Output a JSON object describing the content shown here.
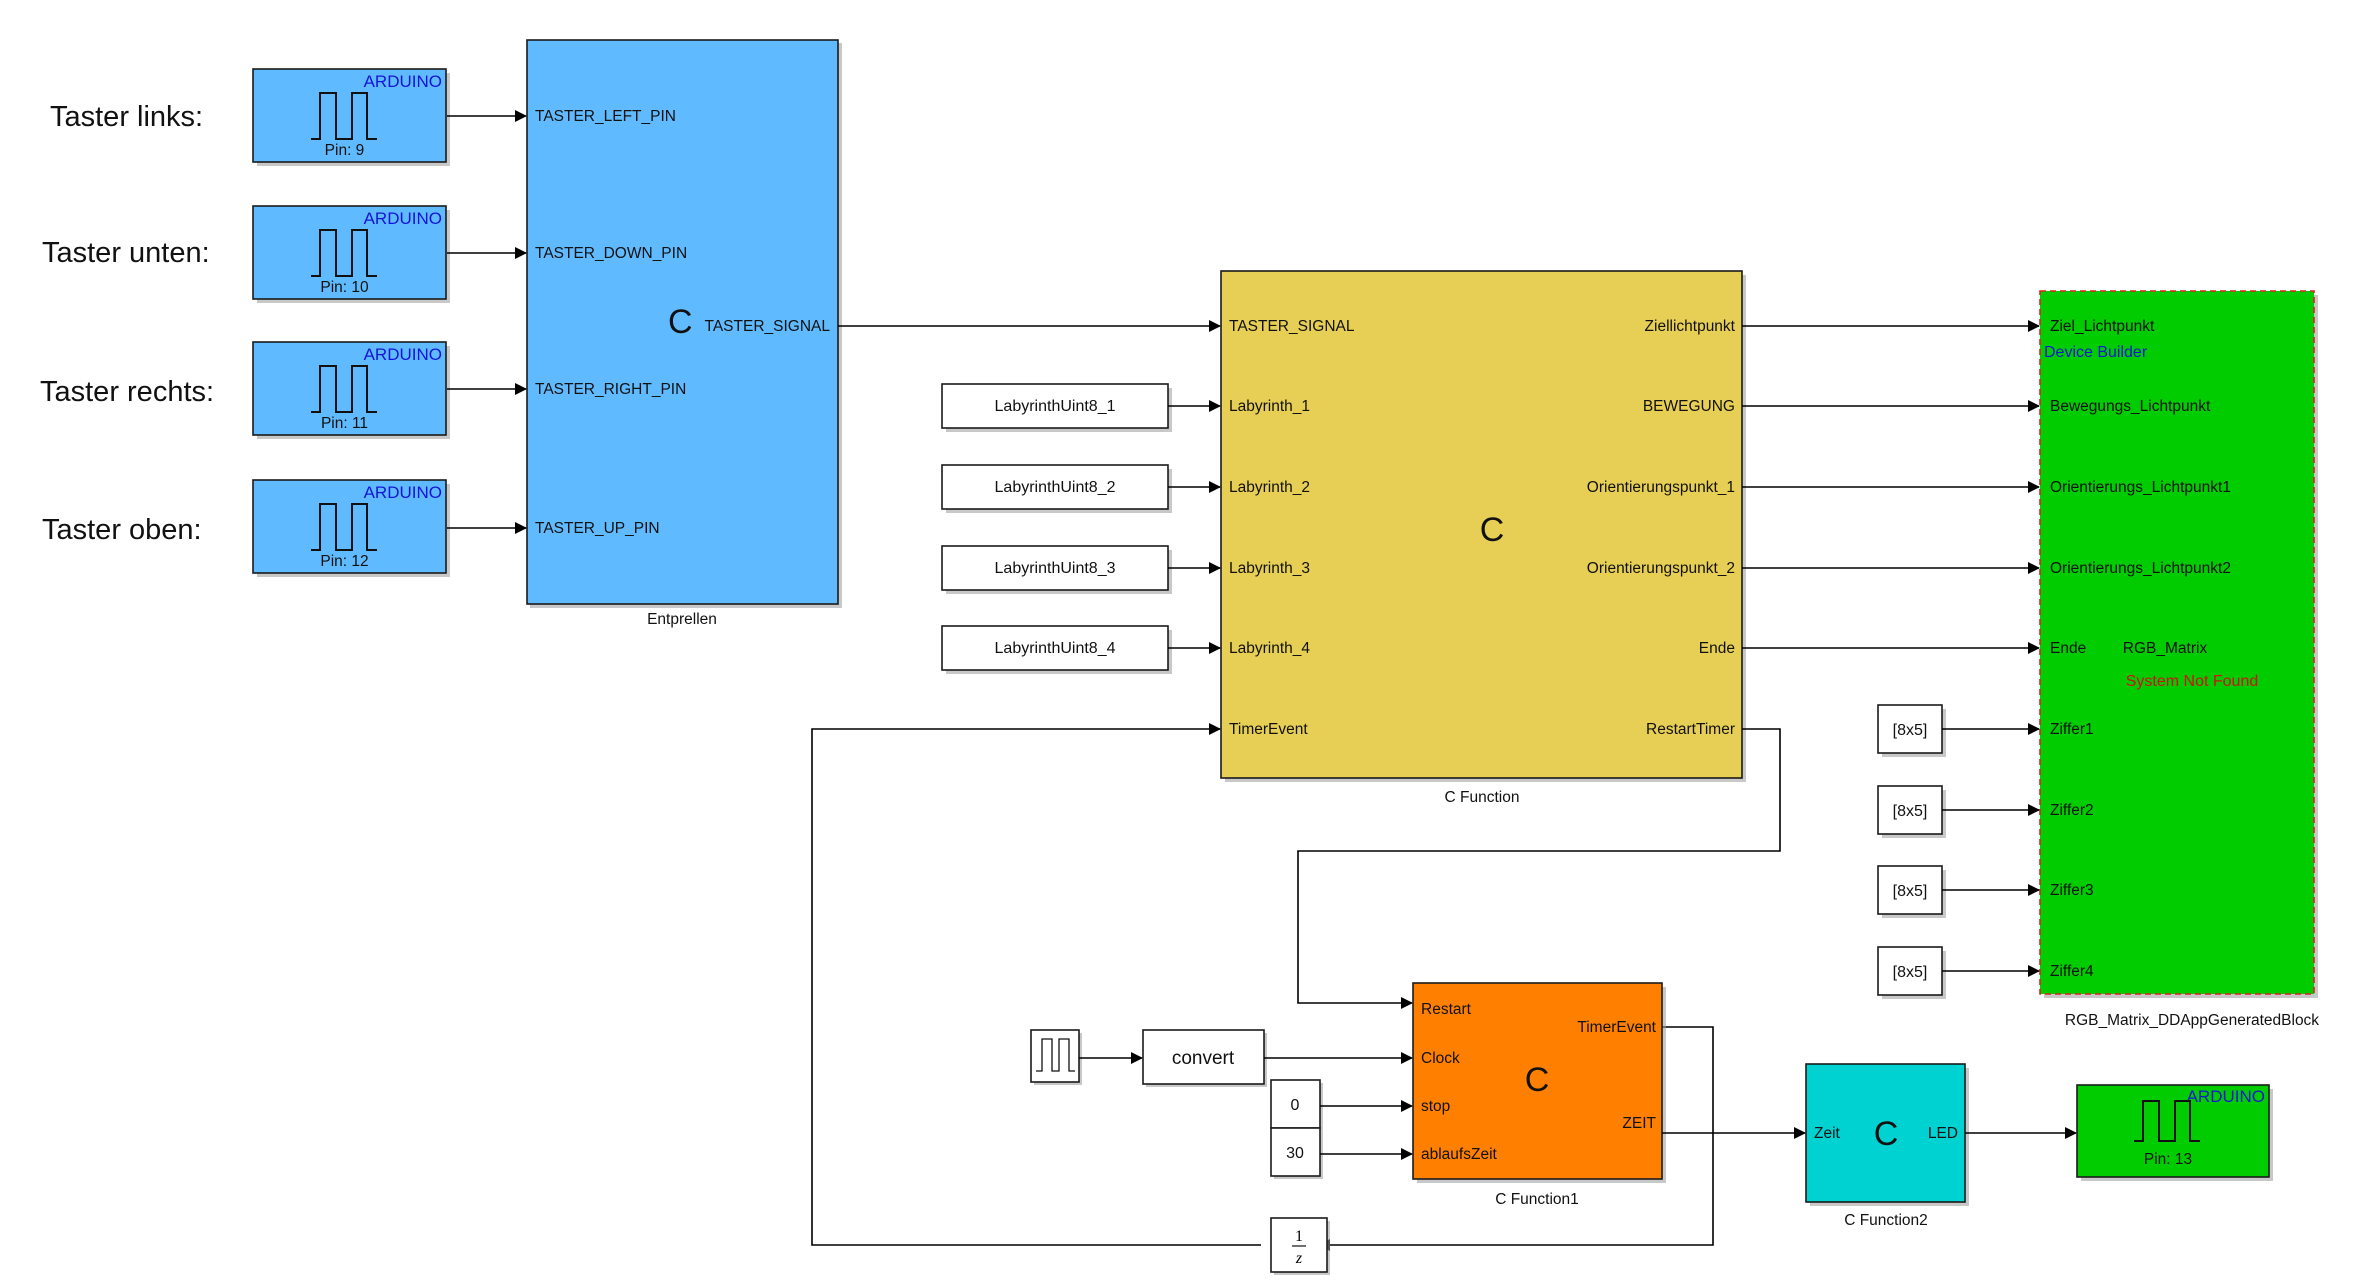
{
  "colors": {
    "arduino_blue": "#60baff",
    "entprellen_blue": "#60baff",
    "cfunction_yellow": "#e6cf54",
    "cfunction1_orange": "#ff8000",
    "cfunction2_cyan": "#00d1d1",
    "rgb_green": "#00cc00",
    "arduino_text": "#1515d6",
    "error_red": "#d11010"
  },
  "side_labels": [
    "Taster links:",
    "Taster unten:",
    "Taster rechts:",
    "Taster oben:"
  ],
  "input_arduinos": [
    {
      "header": "ARDUINO",
      "pin": "Pin: 9"
    },
    {
      "header": "ARDUINO",
      "pin": "Pin: 10"
    },
    {
      "header": "ARDUINO",
      "pin": "Pin: 11"
    },
    {
      "header": "ARDUINO",
      "pin": "Pin: 12"
    }
  ],
  "entprellen": {
    "name": "Entprellen",
    "icon": "C",
    "inputs": [
      "TASTER_LEFT_PIN",
      "TASTER_DOWN_PIN",
      "TASTER_RIGHT_PIN",
      "TASTER_UP_PIN"
    ],
    "output": "TASTER_SIGNAL"
  },
  "labyrinth_constants": [
    "LabyrinthUint8_1",
    "LabyrinthUint8_2",
    "LabyrinthUint8_3",
    "LabyrinthUint8_4"
  ],
  "cfunction": {
    "name": "C Function",
    "icon": "C",
    "inputs": [
      "TASTER_SIGNAL",
      "Labyrinth_1",
      "Labyrinth_2",
      "Labyrinth_3",
      "Labyrinth_4",
      "TimerEvent"
    ],
    "outputs": [
      "Ziellichtpunkt",
      "BEWEGUNG",
      "Orientierungspunkt_1",
      "Orientierungspunkt_2",
      "Ende",
      "RestartTimer"
    ]
  },
  "rgb_matrix": {
    "name": "RGB_Matrix_DDAppGeneratedBlock",
    "title": "RGB_Matrix",
    "device_builder": "Device Builder",
    "status": "System Not Found",
    "inputs": [
      "Ziel_Lichtpunkt",
      "Bewegungs_Lichtpunkt",
      "Orientierungs_Lichtpunkt1",
      "Orientierungs_Lichtpunkt2",
      "Ende",
      "Ziffer1",
      "Ziffer2",
      "Ziffer3",
      "Ziffer4"
    ]
  },
  "ziffer_constants": [
    "[8x5]",
    "[8x5]",
    "[8x5]",
    "[8x5]"
  ],
  "cfunction1": {
    "name": "C Function1",
    "icon": "C",
    "inputs": [
      "Restart",
      "Clock",
      "stop",
      "ablaufsZeit"
    ],
    "outputs": [
      "TimerEvent",
      "ZEIT"
    ]
  },
  "convert": {
    "label": "convert"
  },
  "stop_const": {
    "value": "0"
  },
  "ablauf_const": {
    "value": "30"
  },
  "unit_delay": {
    "numerator": "1",
    "denominator": "z"
  },
  "cfunction2": {
    "name": "C Function2",
    "icon": "C",
    "input": "Zeit",
    "output": "LED"
  },
  "output_arduino": {
    "header": "ARDUINO",
    "pin": "Pin: 13"
  }
}
